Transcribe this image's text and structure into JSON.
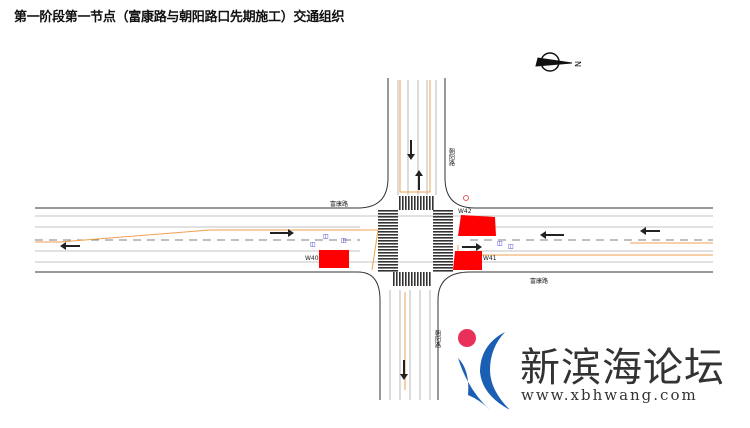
{
  "title": "第一阶段第一节点（富康路与朝阳路口先期施工）交通组织",
  "roads": {
    "horizontal": "富康路",
    "vertical": "朝阳路"
  },
  "work_zones": [
    "W40",
    "W41",
    "W42"
  ],
  "compass": {
    "label": "N",
    "icon": "north-arrow-icon"
  },
  "colors": {
    "work_zone": "#ff0000",
    "guide_line": "#f0a050",
    "sign": "#2a2ad0"
  },
  "watermark": {
    "name": "新滨海论坛",
    "url": "www.xbhwang.com"
  }
}
